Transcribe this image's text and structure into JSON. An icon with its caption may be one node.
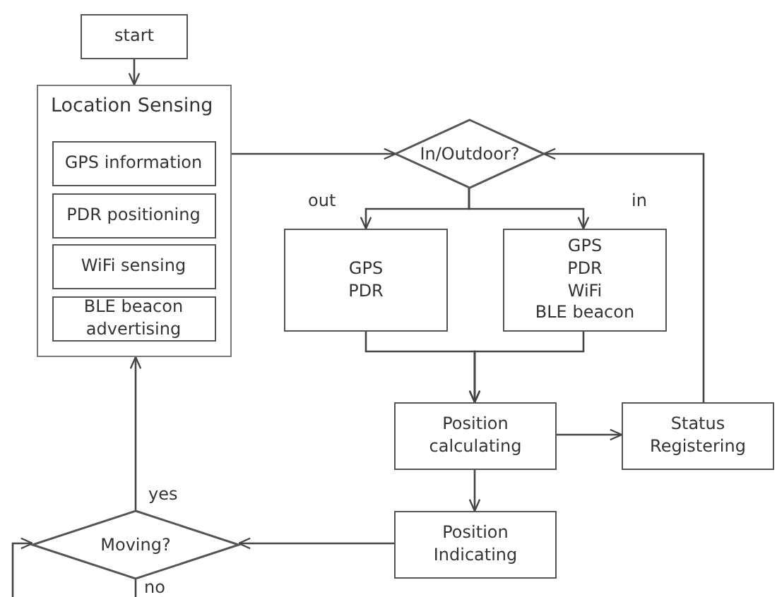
{
  "diagram": {
    "nodes": [
      {
        "text": [
          "start"
        ]
      },
      {
        "text": [
          "Location Sensing"
        ]
      },
      {
        "text": [
          "GPS information"
        ],
        "in": 1
      },
      {
        "text": [
          "PDR positioning"
        ],
        "in": 1
      },
      {
        "text": [
          "WiFi sensing"
        ],
        "in": 1
      },
      {
        "text": [
          "BLE beacon advertising"
        ],
        "in": 1
      },
      {
        "text": [
          "In/Outdoor?"
        ]
      },
      {
        "text": [
          "GPS",
          "PDR"
        ]
      },
      {
        "text": [
          "GPS",
          "PDR",
          "WiFi",
          "BLE beacon"
        ]
      },
      {
        "text": [
          "Position calculating"
        ]
      },
      {
        "text": [
          "Status Registering"
        ]
      },
      {
        "text": [
          "Position Indicating"
        ]
      },
      {
        "text": [
          "Moving?"
        ]
      }
    ],
    "edges": [
      {
        "from": 0,
        "to": 1,
        "arrow": "to"
      },
      {
        "from": 1,
        "to": 6,
        "arrow": "to"
      },
      {
        "from": 6,
        "to": 7,
        "arrow": "to",
        "label": "out"
      },
      {
        "from": 6,
        "to": 8,
        "arrow": "to",
        "label": "in"
      },
      {
        "from": 7,
        "to": 9,
        "arrow": "to"
      },
      {
        "from": 8,
        "to": 9,
        "arrow": "to"
      },
      {
        "from": 9,
        "to": 10,
        "arrow": "to"
      },
      {
        "from": 10,
        "to": 6,
        "arrow": "to"
      },
      {
        "from": 9,
        "to": 11,
        "arrow": "to"
      },
      {
        "from": 11,
        "to": 12,
        "arrow": "to"
      },
      {
        "from": 12,
        "to": 1,
        "arrow": "to",
        "label": "yes"
      },
      {
        "from": 12,
        "to": null,
        "arrow": "none",
        "label": "no"
      },
      {
        "from": null,
        "to": 12,
        "arrow": "to"
      }
    ]
  }
}
